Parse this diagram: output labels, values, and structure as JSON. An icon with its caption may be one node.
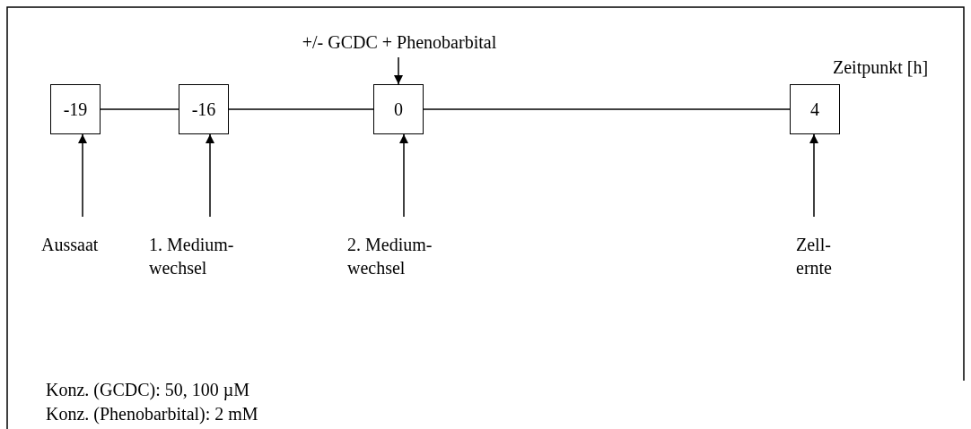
{
  "diagram": {
    "nodes": [
      {
        "text": [
          "+/- GCDC + Phenobarbital"
        ]
      },
      {
        "text": [
          "-19"
        ]
      },
      {
        "text": [
          "-16"
        ]
      },
      {
        "text": [
          "0"
        ]
      },
      {
        "text": [
          "4"
        ]
      },
      {
        "text": [
          "Aussaat"
        ]
      },
      {
        "text": [
          "1. Medium- wechsel"
        ]
      },
      {
        "text": [
          "2. Medium- wechsel"
        ]
      },
      {
        "text": [
          "Zell- ernte"
        ]
      }
    ],
    "edges": [
      {
        "from": 0,
        "to": 3,
        "arrow": "to"
      },
      {
        "from": 1,
        "to": 2,
        "arrow": "none"
      },
      {
        "from": 2,
        "to": 3,
        "arrow": "none"
      },
      {
        "from": 3,
        "to": 4,
        "arrow": "none"
      },
      {
        "from": 5,
        "to": 1,
        "arrow": "to"
      },
      {
        "from": 6,
        "to": 2,
        "arrow": "to"
      },
      {
        "from": 7,
        "to": 3,
        "arrow": "to"
      },
      {
        "from": 8,
        "to": 4,
        "arrow": "to"
      }
    ],
    "labels": [
      "Zeitpunkt [h]",
      "Konz. (GCDC): 50, 100 µM",
      "Konz. (Phenobarbital): 2 mM"
    ]
  }
}
